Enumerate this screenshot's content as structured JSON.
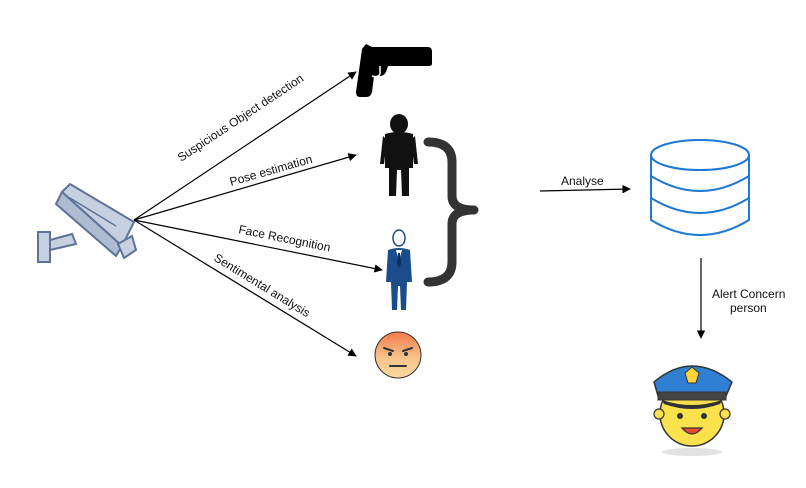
{
  "diagram": {
    "labels": {
      "suspicious": "Suspicious Object detection",
      "pose": "Pose estimation",
      "face": "Face Recognition",
      "sentiment": "Sentimental analysis",
      "analyse": "Analyse",
      "alert_line1": "Alert Concern",
      "alert_line2": "person"
    },
    "icons": {
      "camera": "cctv-camera-icon",
      "gun": "handgun-icon",
      "pose": "standing-person-icon",
      "face": "businessman-icon",
      "emotion": "angry-face-icon",
      "database": "database-icon",
      "police": "police-officer-icon"
    },
    "colors": {
      "camera_fill": "#c6d0e0",
      "camera_stroke": "#5f7396",
      "database": "#1f78d1",
      "suit": "#1b4d8c",
      "emoji_face": "#f7c28a",
      "emoji_top": "#f37a4a",
      "police_cap": "#2f7fd3",
      "police_face": "#fbe14b",
      "arrow": "#000000",
      "brace": "#333333"
    }
  }
}
